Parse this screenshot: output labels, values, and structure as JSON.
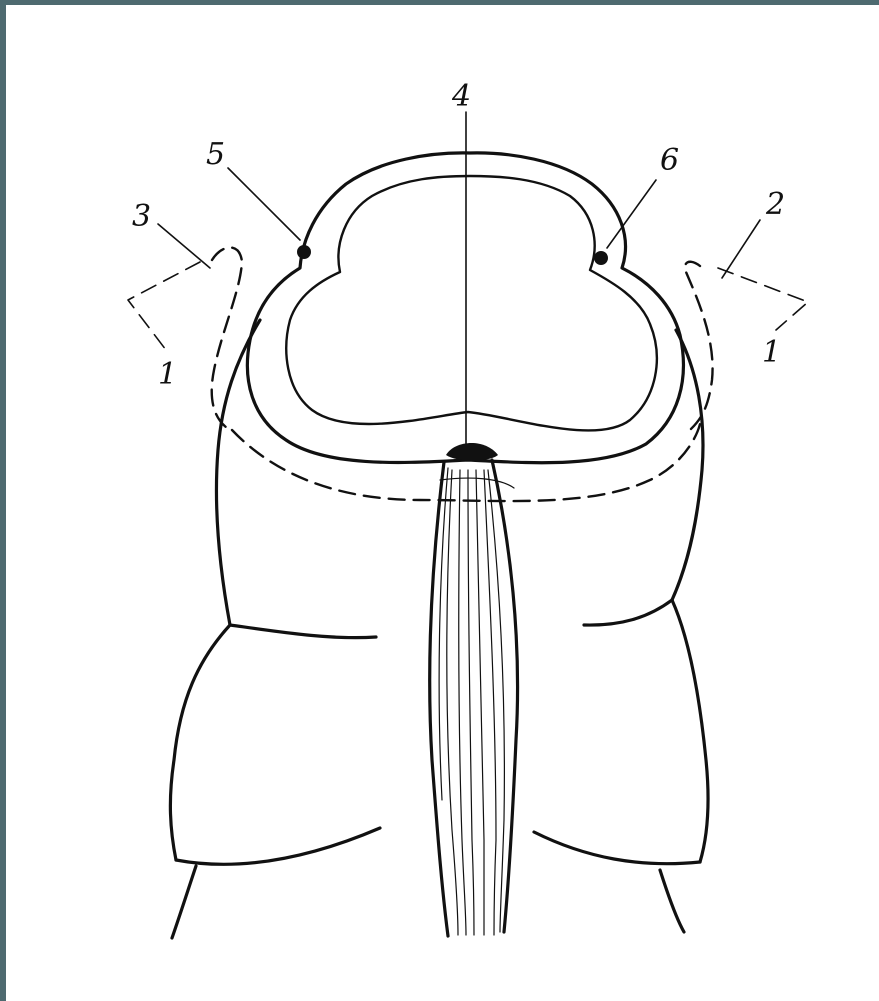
{
  "figure": {
    "labels": {
      "label_1_left": "1",
      "label_1_right": "1",
      "label_2": "2",
      "label_3": "3",
      "label_4": "4",
      "label_5": "5",
      "label_6": "6"
    }
  },
  "colors": {
    "frame": "#4e6a70",
    "ink": "#111111",
    "background": "#ffffff"
  }
}
